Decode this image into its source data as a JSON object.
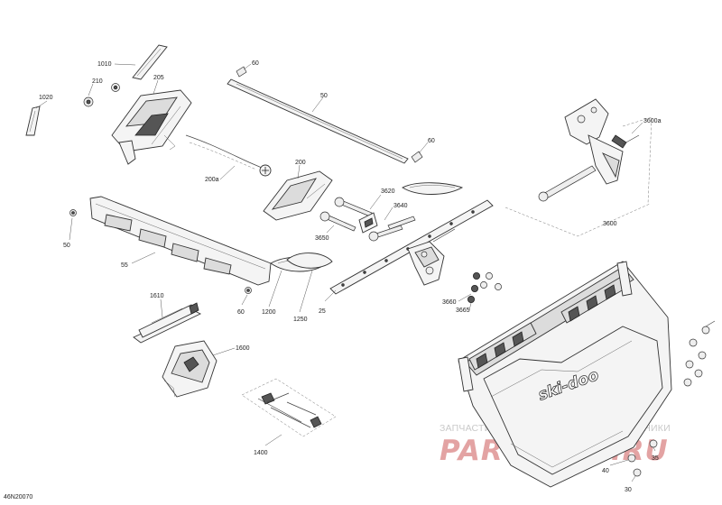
{
  "callouts": {
    "c1010": "1010",
    "c1020": "1020",
    "c210": "210",
    "c205": "205",
    "c60a": "60",
    "c50a": "50",
    "c60b": "60",
    "c200a": "200a",
    "c200": "200",
    "c3620": "3620",
    "c3640": "3640",
    "c3650": "3650",
    "c3600a": "3600a",
    "c3600": "3600",
    "c50b": "50",
    "c55": "55",
    "c1610": "1610",
    "c60c": "60",
    "c1200": "1200",
    "c1250": "1250",
    "c25": "25",
    "c3660": "3660",
    "c3665": "3665",
    "c1600": "1600",
    "c1400": "1400",
    "c35": "35",
    "c40": "40",
    "c30": "30"
  },
  "diagram_code": "46N20070",
  "brand_text": "ski-doo",
  "watermark": {
    "tagline": "ЗАПЧАСТИ И АКСЕССУАРЫ ДЛЯ МОТОТЕХНИКИ",
    "logo": "PARTSFOR.RU"
  },
  "colors": {
    "line_art": "#333333",
    "background": "#ffffff",
    "watermark_logo": "#e3a3a3",
    "watermark_tagline": "#c9c9c9"
  }
}
